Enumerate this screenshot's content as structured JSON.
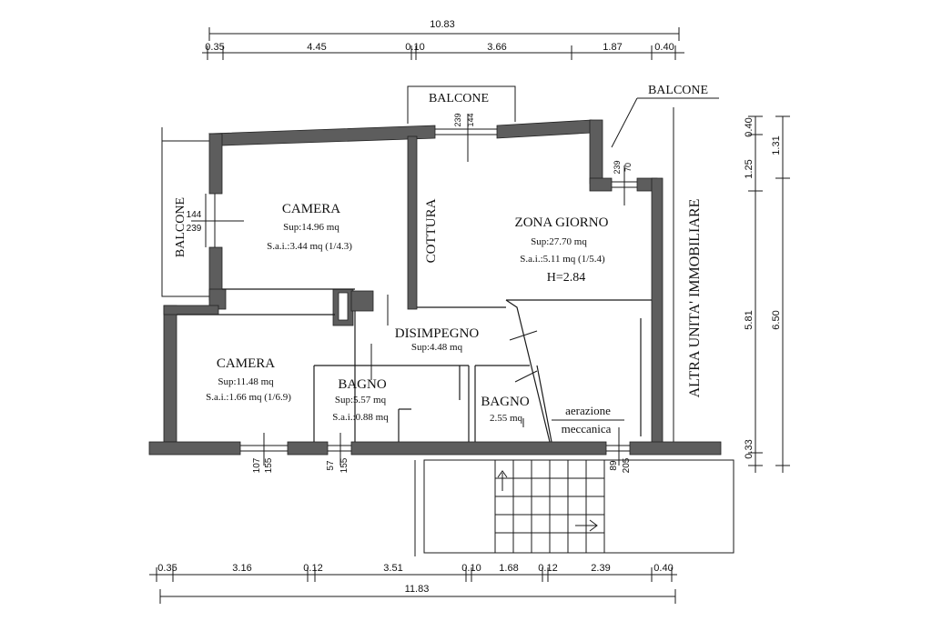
{
  "colors": {
    "wall": "#5d5d5d",
    "line": "#1a1a1a",
    "paper": "#ffffff"
  },
  "dimensions_top": {
    "total": "10.83",
    "segments": [
      "0.35",
      "4.45",
      "0.10",
      "3.66",
      "1.87",
      "0.40"
    ]
  },
  "dimensions_bottom": {
    "total": "11.83",
    "segments": [
      "0.35",
      "3.16",
      "0.12",
      "3.51",
      "0.10",
      "1.68",
      "0.12",
      "2.39",
      "0.40"
    ]
  },
  "dimensions_right": {
    "inner": [
      "0.40",
      "1.25",
      "5.81",
      "0.33"
    ],
    "outer": [
      "1.31",
      "6.50"
    ]
  },
  "rooms": {
    "camera_1": {
      "name": "CAMERA",
      "sup": "Sup:14.96 mq",
      "sai": "S.a.i.:3.44 mq (1/4.3)"
    },
    "zona_giorno": {
      "name": "ZONA GIORNO",
      "sup": "Sup:27.70 mq",
      "sai": "S.a.i.:5.11 mq (1/5.4)",
      "height": "H=2.84"
    },
    "cottura": {
      "name": "COTTURA"
    },
    "disimpegno": {
      "name": "DISIMPEGNO",
      "sup": "Sup:4.48 mq"
    },
    "camera_2": {
      "name": "CAMERA",
      "sup": "Sup:11.48 mq",
      "sai": "S.a.i.:1.66 mq (1/6.9)"
    },
    "bagno_1": {
      "name": "BAGNO",
      "sup": "Sup:5.57 mq",
      "sai": "S.a.i.:0.88 mq"
    },
    "bagno_2": {
      "name": "BAGNO",
      "sup": "2.55 mq"
    },
    "aerazione": {
      "line1": "aerazione",
      "line2": "meccanica"
    }
  },
  "labels": {
    "balcone_top": "BALCONE",
    "balcone_right": "BALCONE",
    "balcone_left": "BALCONE",
    "altra_unita": "ALTRA UNITA' IMMOBILIARE"
  },
  "openings": {
    "balcone_top": [
      "144",
      "239"
    ],
    "balcone_right": [
      "70",
      "239"
    ],
    "balcone_left": [
      "144",
      "239"
    ],
    "camera_bottom": [
      "107",
      "155"
    ],
    "bagno_bottom": [
      "57",
      "155"
    ],
    "zona_bottom": [
      "89",
      "205"
    ]
  }
}
